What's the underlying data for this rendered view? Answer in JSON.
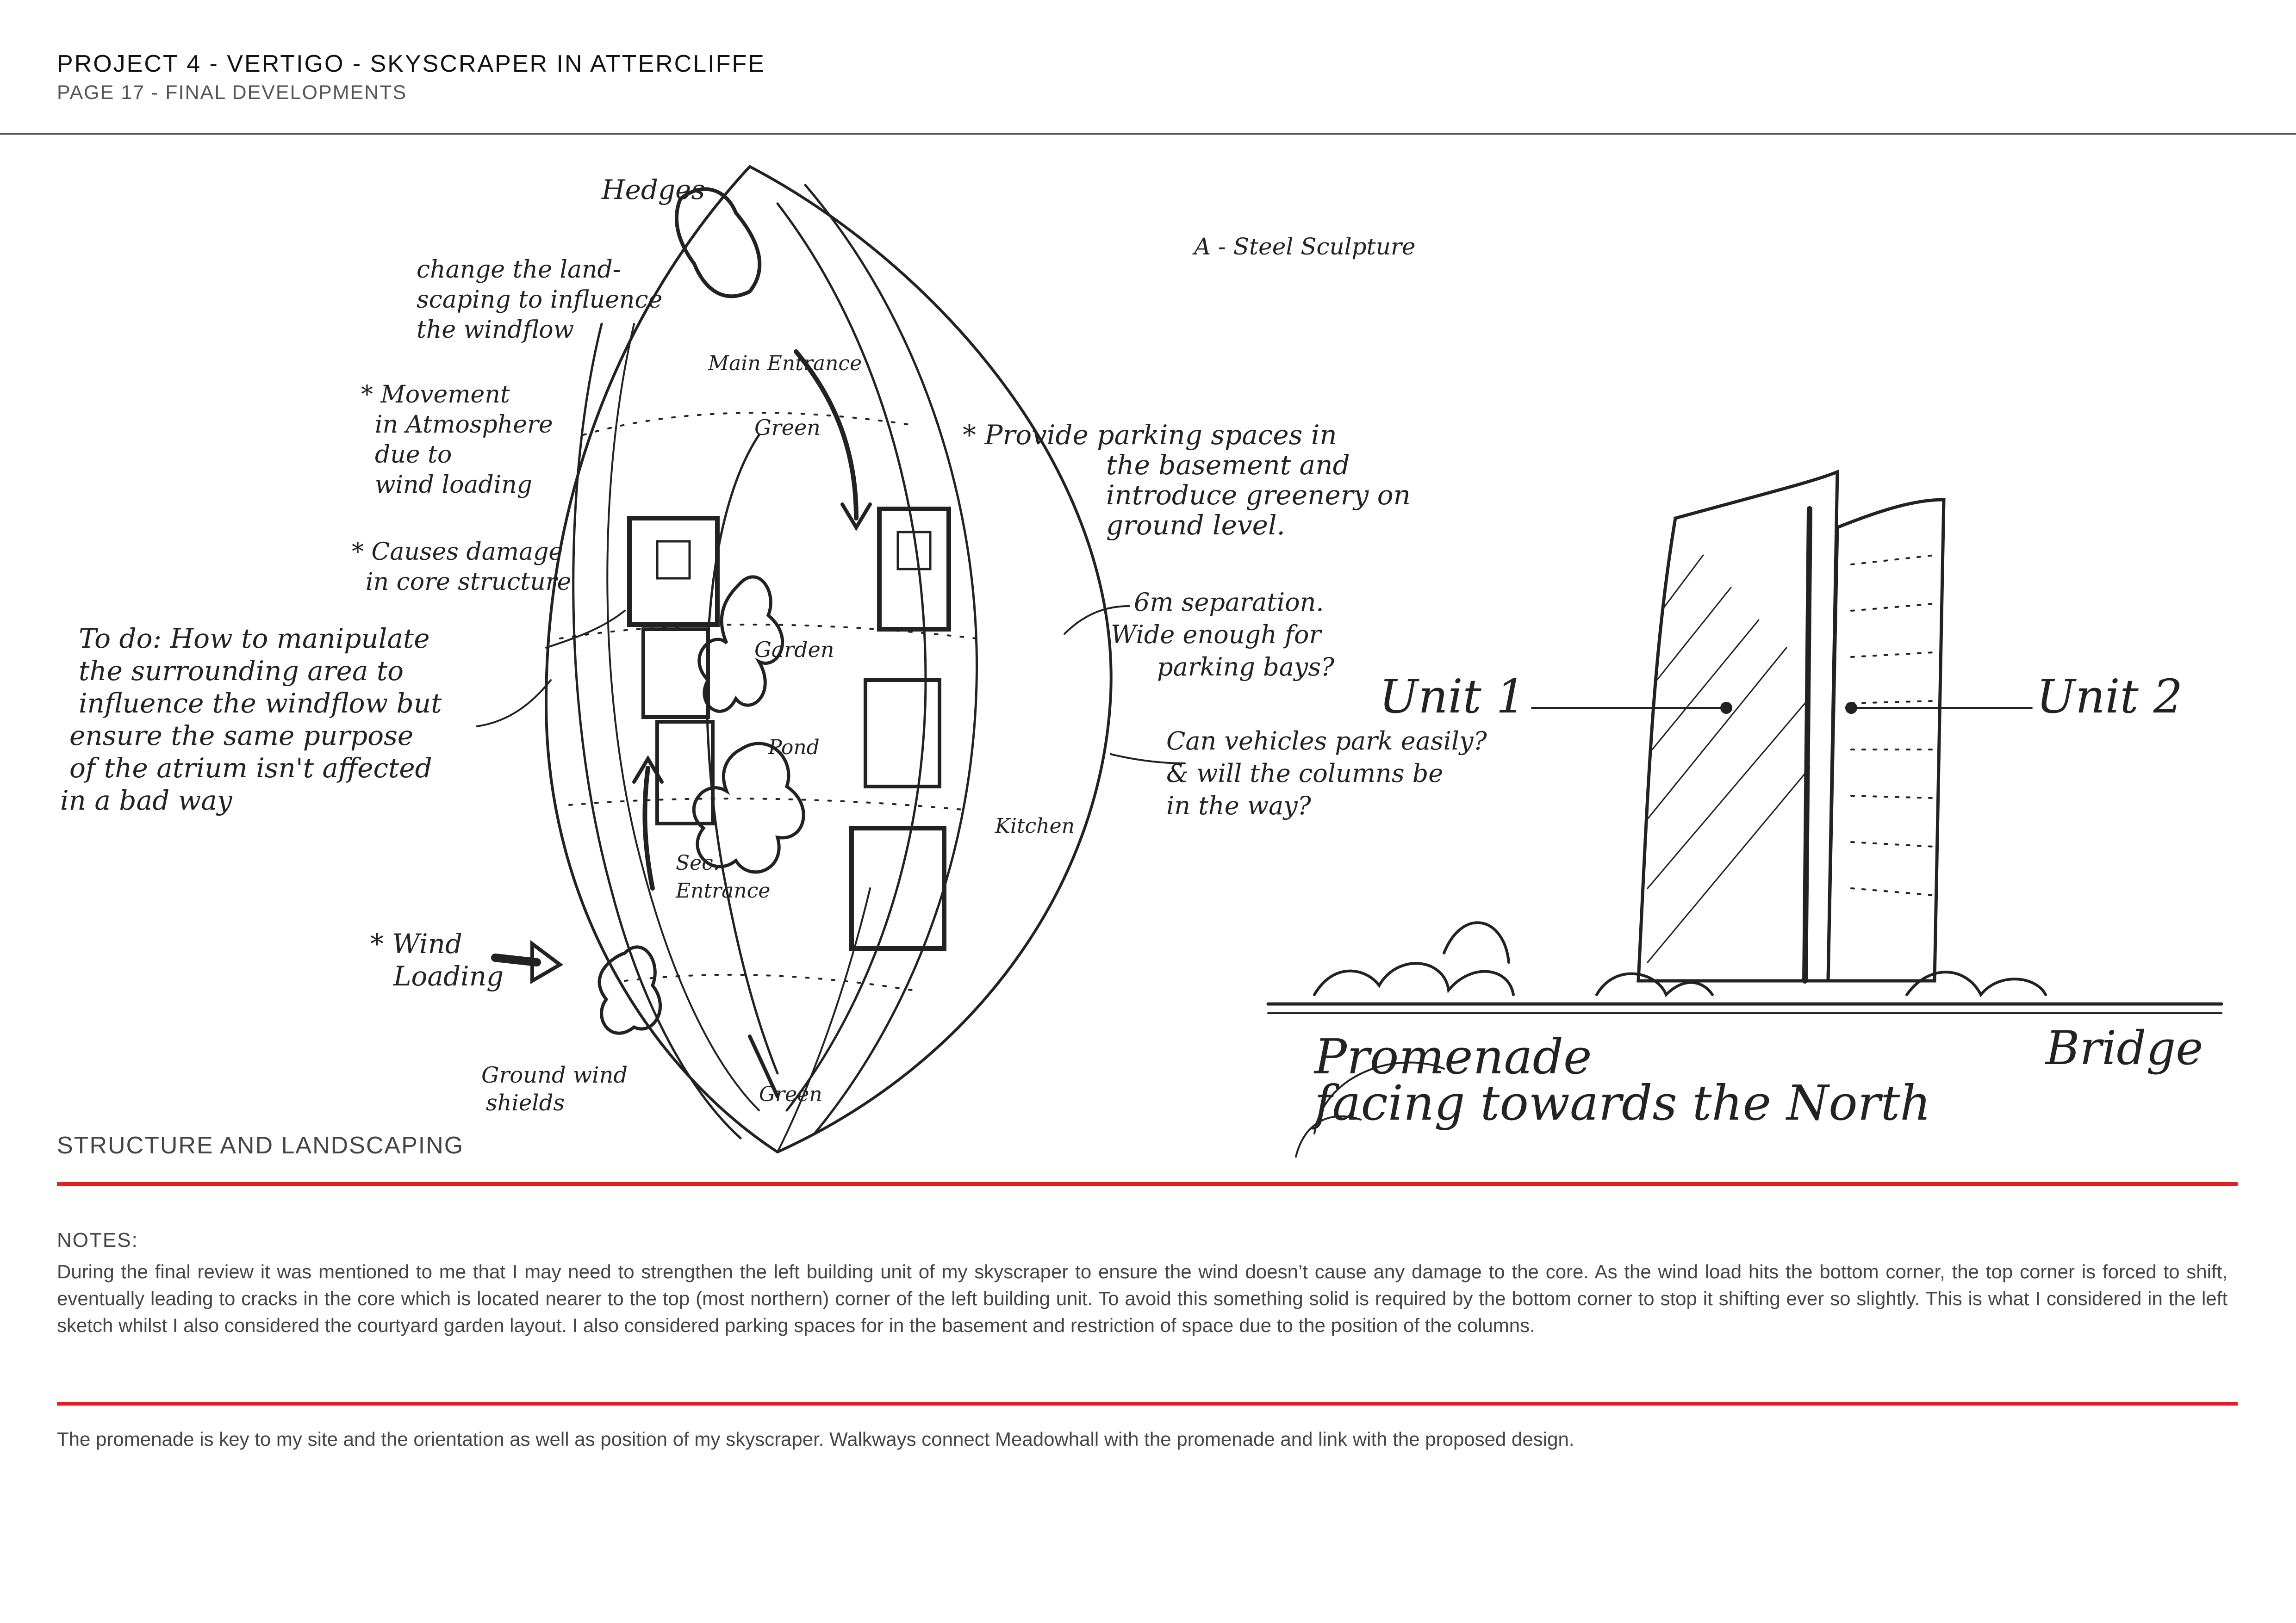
{
  "header": {
    "title": "PROJECT 4 - VERTIGO - SKYSCRAPER IN ATTERCLIFFE",
    "subtitle": "PAGE 17 - FINAL DEVELOPMENTS"
  },
  "sketch": {
    "plan_annotations": {
      "hedges": "Hedges",
      "landscaping": [
        "change the land-",
        "scaping to influence",
        "the windflow"
      ],
      "movement": [
        "* Movement",
        "in Atmosphere",
        "due to",
        "wind loading"
      ],
      "damage": [
        "* Causes damage",
        "in core structure"
      ],
      "todo": [
        "To do: How to manipulate",
        "the surrounding area to",
        "influence the windflow but",
        "ensure the same purpose",
        "of the atrium isn't affected",
        "in a bad way"
      ],
      "wind": [
        "* Wind",
        "Loading"
      ],
      "ground": [
        "Ground wind",
        "shields"
      ],
      "main_entrance": "Main Entrance",
      "green_top": "Green",
      "garden": "Garden",
      "pond": "Pond",
      "sec_entrance": [
        "Sec.",
        "Entrance"
      ],
      "green_bottom": "Green",
      "kitchen": "Kitchen",
      "sculpture": "A - Steel Sculpture",
      "parking": [
        "* Provide parking spaces in",
        "the basement and",
        "introduce greenery on",
        "ground level."
      ],
      "separation": [
        "6m separation.",
        "Wide enough for",
        "parking bays?"
      ],
      "vehicles": [
        "Can vehicles park easily?",
        "& will the columns be",
        "in the way?"
      ]
    },
    "elevation_annotations": {
      "unit1": "Unit 1",
      "unit2": "Unit 2",
      "promenade": "Promenade",
      "facing": "facing towards the North",
      "bridge": "Bridge"
    }
  },
  "section": {
    "heading": "STRUCTURE AND LANDSCAPING"
  },
  "notes": {
    "heading": "NOTES:",
    "body": "During the final review it was mentioned to me that I may need to strengthen the left building unit of my skyscraper to ensure the wind doesn’t cause any damage to the core. As the wind load hits the bottom corner, the top corner is forced to shift, eventually leading to cracks in the core which is located nearer to the top (most northern) corner of the left building unit. To avoid this something solid is required by the bottom corner to stop it shifting ever so slightly. This is what I considered in the left sketch whilst I also considered the courtyard garden layout. I also considered parking spaces for in the basement and restriction of space due to the position of the columns."
  },
  "footer": {
    "text": "The promenade is key to my site and the orientation as well as position of my skyscraper. Walkways connect Meadowhall with the promenade and link with the proposed design."
  }
}
